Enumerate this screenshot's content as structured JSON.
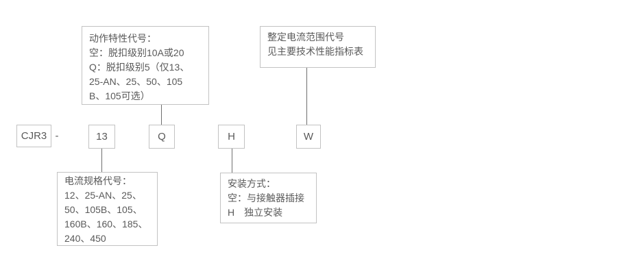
{
  "colors": {
    "background": "#ffffff",
    "box_border": "#c2c2c2",
    "connector_line": "#6e6e6e",
    "text": "#595959"
  },
  "model": {
    "prefix": "CJR3",
    "separator": "-",
    "current_spec_code": "13",
    "action_code": "Q",
    "mounting_code": "H",
    "range_code": "W"
  },
  "callouts": {
    "action": {
      "lines": [
        "动作特性代号：",
        "空：脱扣级别10A或20",
        "Q：脱扣级别5（仅13、",
        "25-AN、25、50、105",
        "B、105可选）"
      ]
    },
    "range": {
      "lines": [
        "整定电流范围代号",
        "见主要技术性能指标表"
      ]
    },
    "spec": {
      "lines": [
        "电流规格代号：",
        "12、25-AN、25、",
        "50、105B、105、",
        "160B、160、185、",
        "240、450"
      ]
    },
    "mounting": {
      "lines": [
        "安装方式：",
        "空：与接触器插接",
        "H　独立安装"
      ]
    }
  }
}
